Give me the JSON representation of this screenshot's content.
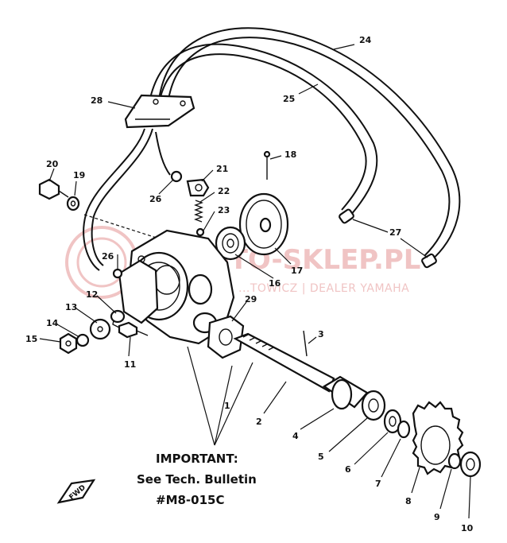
{
  "watermark": {
    "brand": "MOTO-SKLEP.PL",
    "tagline": "...TOWICZ | DEALER YAMAHA"
  },
  "important_note": {
    "line1": "IMPORTANT:",
    "line2": "See Tech. Bulletin",
    "line3": "#M8-015C"
  },
  "fwd_label": "FWD",
  "callouts": {
    "c1": "1",
    "c2": "2",
    "c3": "3",
    "c4": "4",
    "c5": "5",
    "c6": "6",
    "c7": "7",
    "c8": "8",
    "c9": "9",
    "c10": "10",
    "c11": "11",
    "c12": "12",
    "c13": "13",
    "c14": "14",
    "c15": "15",
    "c16": "16",
    "c17": "17",
    "c18": "18",
    "c19": "19",
    "c20": "20",
    "c21": "21",
    "c22": "22",
    "c23": "23",
    "c24": "24",
    "c25": "25",
    "c26a": "26",
    "c26b": "26",
    "c27": "27",
    "c28": "28",
    "c29": "29"
  },
  "colors": {
    "ink": "#111111",
    "watermark": "#f0c4c4",
    "background": "#ffffff"
  }
}
